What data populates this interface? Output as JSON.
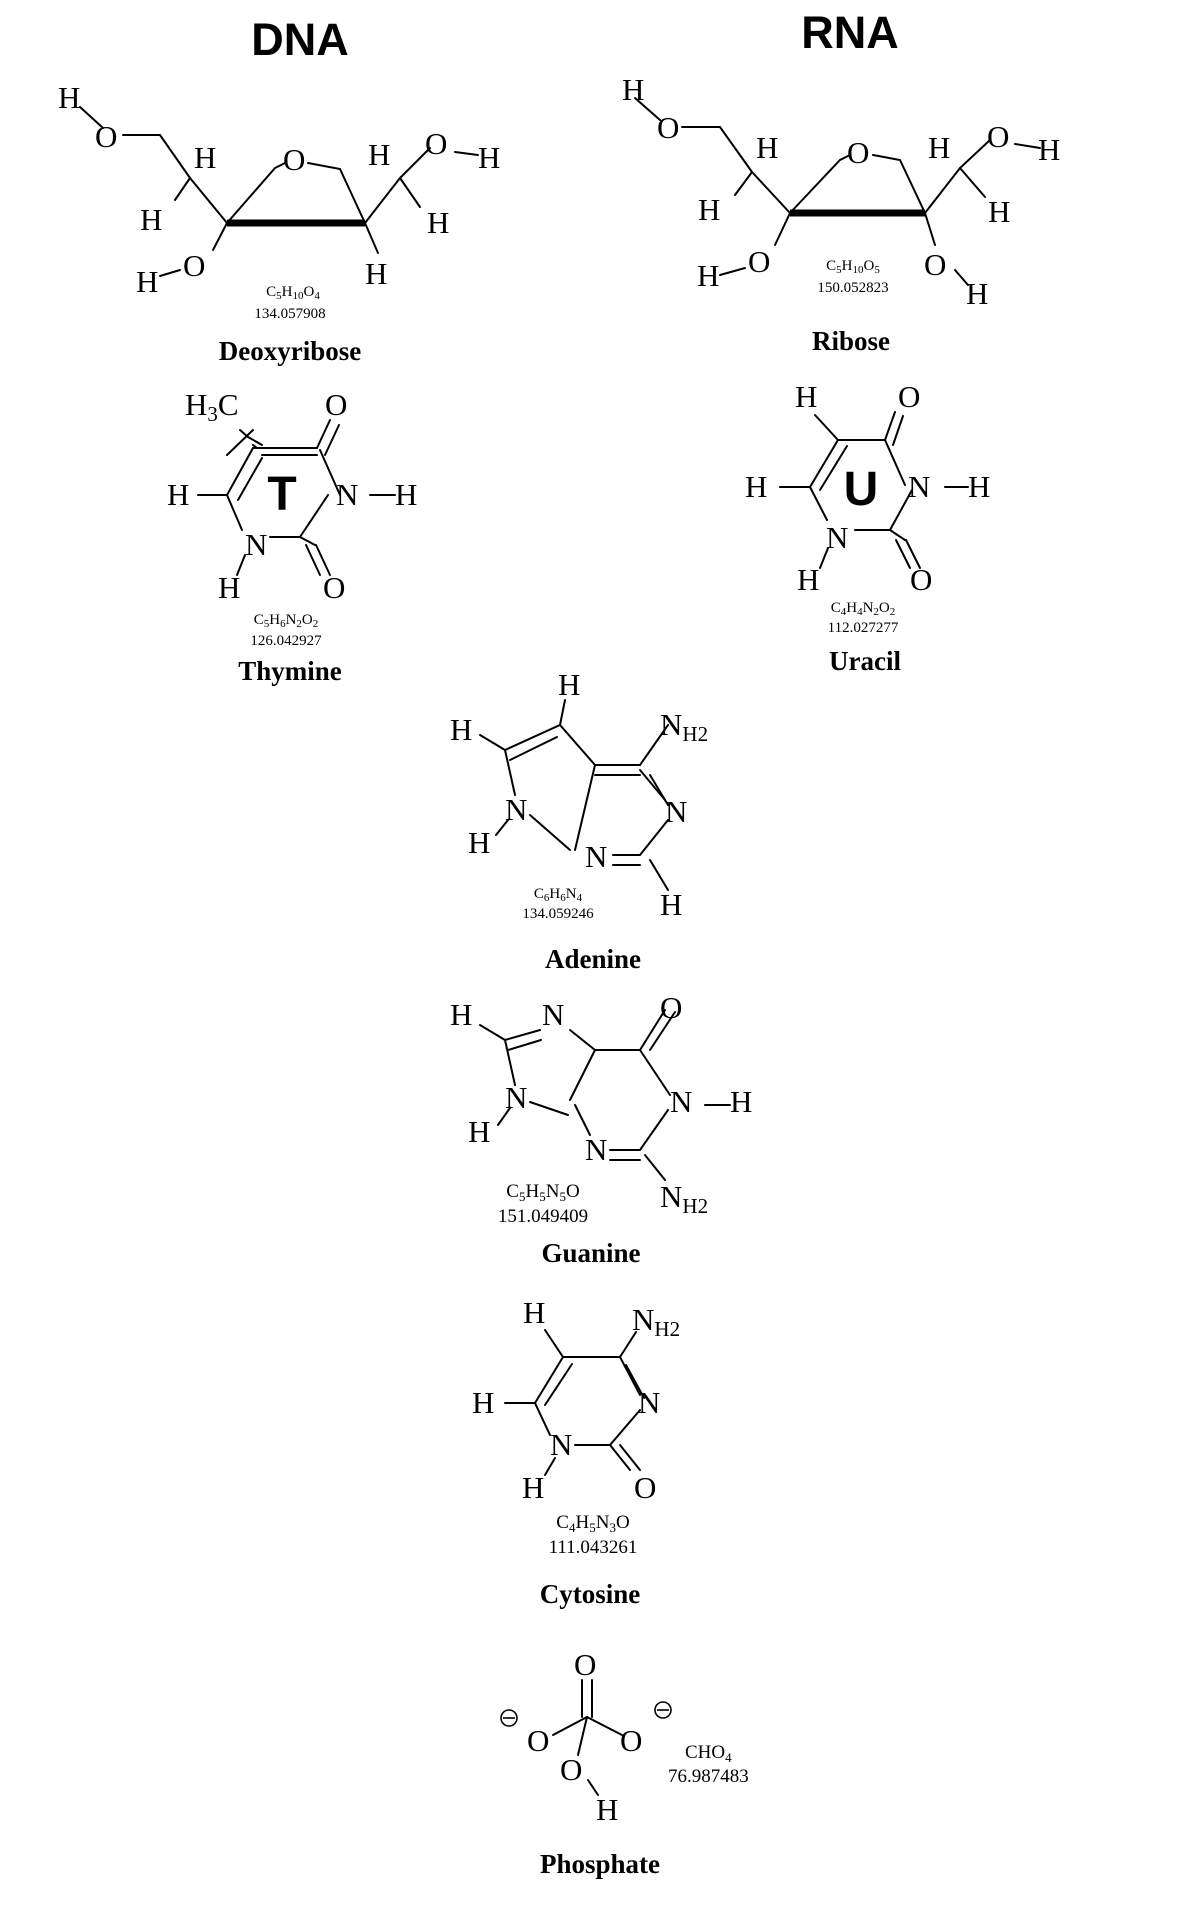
{
  "headings": {
    "dna": "DNA",
    "rna": "RNA"
  },
  "molecules": {
    "deoxyribose": {
      "name": "Deoxyribose",
      "formula": "C5H10O4",
      "mass": "134.057908"
    },
    "ribose": {
      "name": "Ribose",
      "formula": "C5H10O5",
      "mass": "150.052823"
    },
    "thymine": {
      "name": "Thymine",
      "formula": "C5H6N2O2",
      "mass": "126.042927",
      "ring_letter": "T"
    },
    "uracil": {
      "name": "Uracil",
      "formula": "C4H4N2O2",
      "mass": "112.027277",
      "ring_letter": "U"
    },
    "adenine": {
      "name": "Adenine",
      "formula": "C6H6N4",
      "mass": "134.059246"
    },
    "guanine": {
      "name": "Guanine",
      "formula": "C5H5N5O",
      "mass": "151.049409"
    },
    "cytosine": {
      "name": "Cytosine",
      "formula": "C4H5N3O",
      "mass": "111.043261"
    },
    "phosphate": {
      "name": "Phosphate",
      "formula": "CHO4",
      "mass": "76.987483"
    }
  }
}
